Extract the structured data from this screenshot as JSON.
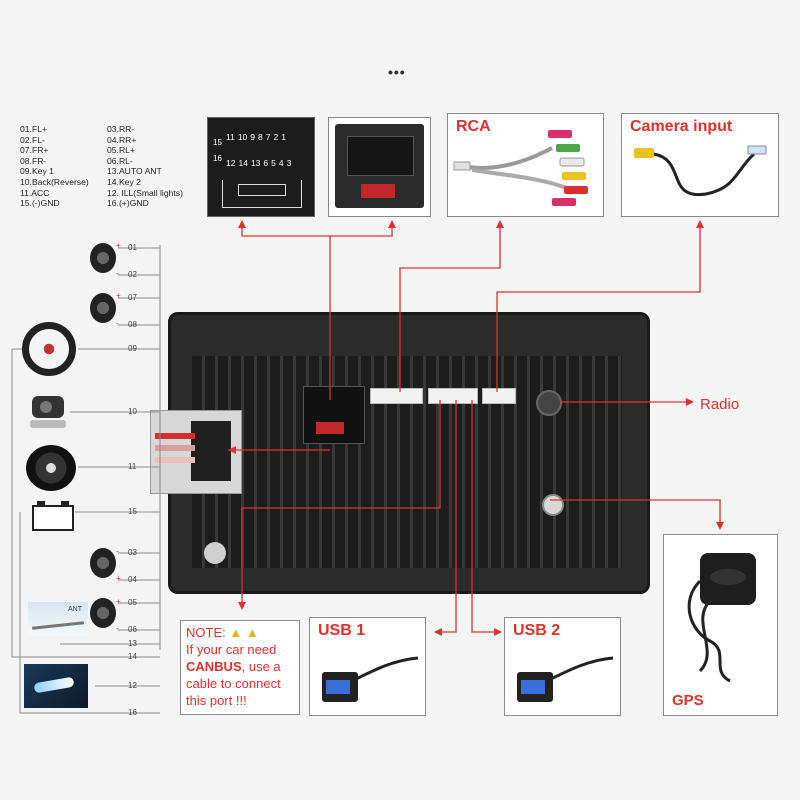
{
  "header": {
    "menu_dots": "•••"
  },
  "pin_list": {
    "left": [
      "01.FL+",
      "02.FL-",
      "07.FR+",
      "08.FR-",
      "09.Key 1",
      "10.Back(Reverse)",
      "11.ACC",
      "15.(-)GND"
    ],
    "right": [
      "03.RR-",
      "04.RR+",
      "05.RL+",
      "06.RL-",
      "13.AUTO ANT",
      "14.Key 2",
      "12. ILL(Small lights)",
      "16.(+)GND"
    ]
  },
  "connector_pins": {
    "top_row": [
      "11",
      "10",
      "9",
      "8",
      "7",
      "2",
      "1"
    ],
    "bottom_row": [
      "12",
      "14",
      "13",
      "6",
      "5",
      "4",
      "3"
    ],
    "top_side": "15",
    "bottom_side": "16"
  },
  "boxes": {
    "rca": "RCA",
    "camera": "Camera input",
    "usb1": "USB 1",
    "usb2": "USB 2",
    "gps": "GPS"
  },
  "labels": {
    "radio": "Radio",
    "ant": "ANT"
  },
  "note": {
    "prefix": "NOTE:",
    "line1": "If your car need",
    "canbus": "CANBUS",
    "line2": ", use a",
    "line3": "cable to connect",
    "line4": "this port !!!"
  },
  "wire_labels": {
    "w01": "01",
    "w02": "02",
    "w07": "07",
    "w08": "08",
    "w09": "09",
    "w10": "10",
    "w11": "11",
    "w15": "15",
    "w03": "03",
    "w04": "04",
    "w05": "05",
    "w06": "06",
    "w13": "13",
    "w14": "14",
    "w12": "12",
    "w16": "16"
  },
  "signs": {
    "plus": "+",
    "minus": "-"
  },
  "colors": {
    "accent": "#e0302c",
    "line": "#8a8a8a",
    "unit": "#2b2b2b"
  }
}
